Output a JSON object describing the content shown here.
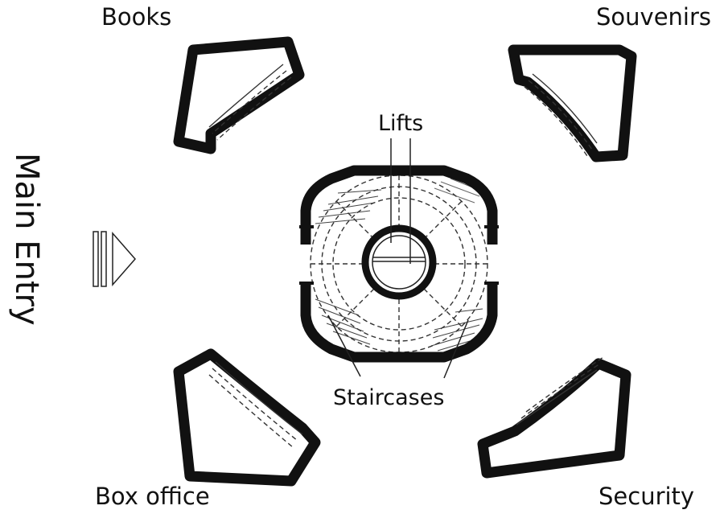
{
  "labels": {
    "books": "Books",
    "souvenirs": "Souvenirs",
    "box_office": "Box office",
    "security": "Security",
    "lifts": "Lifts",
    "staircases": "Staircases",
    "main_entry": "Main Entry"
  },
  "colors": {
    "ink": "#111111",
    "background": "#ffffff"
  },
  "icons": {
    "entry_arrow": "arrow-right-icon"
  }
}
